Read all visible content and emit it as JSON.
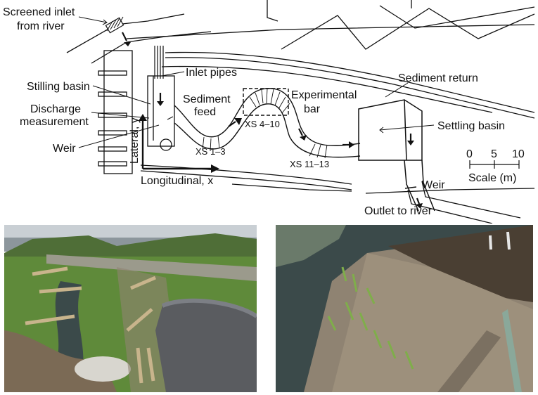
{
  "labels": {
    "screened_inlet_line1": "Screened inlet",
    "screened_inlet_line2": "from river",
    "inlet_pipes": "Inlet pipes",
    "sediment_return": "Sediment return",
    "stilling_basin": "Stilling basin",
    "sediment_feed_line1": "Sediment",
    "sediment_feed_line2": "feed",
    "experimental_bar_line1": "Experimental",
    "experimental_bar_line2": "bar",
    "discharge_line1": "Discharge",
    "discharge_line2": "measurement",
    "xs_4_10": "XS 4–10",
    "settling_basin": "Settling basin",
    "weir_left": "Weir",
    "xs_1_3": "XS 1–3",
    "lateral_axis": "Lateral, y",
    "xs_11_13": "XS 11–13",
    "longitudinal_axis": "Longitudinal, x",
    "weir_right": "Weir",
    "outlet": "Outlet to river"
  },
  "scale": {
    "ticks": [
      "0",
      "5",
      "10"
    ],
    "label": "Scale (m)"
  },
  "colors": {
    "line": "#111111",
    "grass": "#5f8a3a",
    "water": "#3b4a4a",
    "sand": "#8f8372",
    "tarp": "#5a5c60",
    "sky": "#c9cfd4"
  }
}
